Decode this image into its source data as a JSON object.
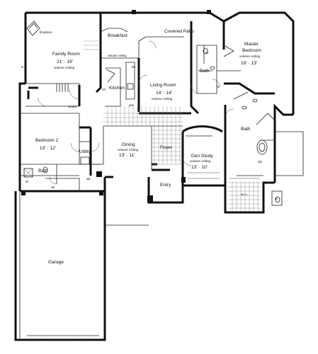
{
  "rooms": {
    "fireplace": {
      "label": "fireplace"
    },
    "family_room": {
      "name": "Family Room",
      "dims": "21' · 18'",
      "note": "volume ceiling"
    },
    "breakfast": {
      "label": "Breakfast"
    },
    "covered_patio": {
      "label": "Covered Patio"
    },
    "master_bedroom": {
      "name_line1": "Master",
      "name_line2": "Bedroom",
      "dims": "19' · 13'",
      "note": "volume ceiling"
    },
    "bath_top": {
      "label": "Bath"
    },
    "living_room": {
      "name": "Living Room",
      "dims": "14' · 14'",
      "note": "volume ceiling"
    },
    "kitchen": {
      "label": "Kitchen"
    },
    "kitchen_vol": {
      "label": "volume ceiling"
    },
    "bath_master": {
      "label": "Bath"
    },
    "bedroom_2": {
      "name": "Bedroom 2",
      "dims": "13' · 12'"
    },
    "utility": {
      "label": "Utility"
    },
    "bath_left": {
      "label": "Bath"
    },
    "dining": {
      "name": "Dining",
      "note": "volume ceiling",
      "dims": "13' · 11'"
    },
    "foyer": {
      "label": "Foyer"
    },
    "den_study": {
      "name": "Den Study",
      "note": "volume ceiling",
      "dims": "13' · 10'"
    },
    "entry": {
      "label": "Entry"
    },
    "garage": {
      "label": "Garage"
    },
    "wic": {
      "label": "w.i.c."
    },
    "closet": {
      "label": "closet"
    }
  },
  "fixtures": {
    "ref": "ref",
    "dw": "dw",
    "pan": "pan",
    "lin": "lin",
    "wd": "wd",
    "sh": "sh",
    "wh": "wh",
    "oc": "oc",
    "m": "m",
    "sh_left": "sh",
    "tub": "tub"
  }
}
